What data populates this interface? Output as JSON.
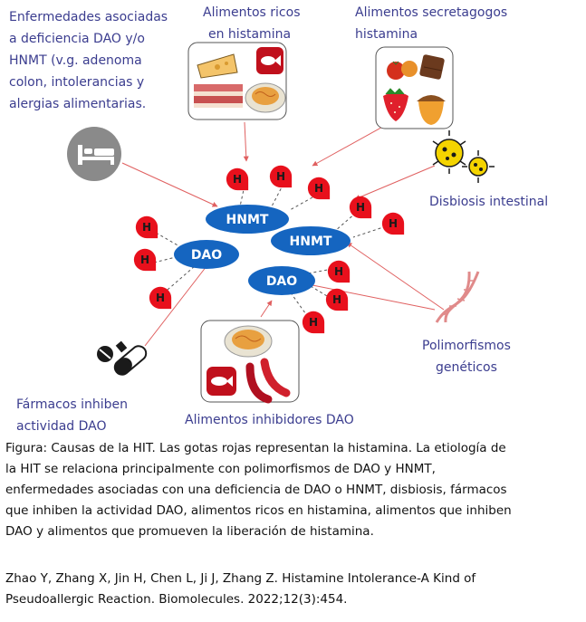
{
  "labels": {
    "enfermedades": [
      "Enfermedades asociadas",
      "a deficiencia DAO y/o",
      "HNMT (v.g. adenoma",
      "colon, intolerancias y",
      "alergias alimentarias."
    ],
    "ricos": [
      "Alimentos ricos",
      "en histamina"
    ],
    "secretagogos": [
      "Alimentos secretagogos",
      "histamina"
    ],
    "disbiosis": "Disbiosis intestinal",
    "polimorfismos": [
      "Polimorfismos",
      "genéticos"
    ],
    "farmacos": [
      "Fármacos inhiben",
      "actividad DAO"
    ],
    "inhibidores": "Alimentos inhibidores DAO"
  },
  "enzymes": {
    "hnmt_1": "HNMT",
    "hnmt_2": "HNMT",
    "dao_1": "DAO",
    "dao_2": "DAO"
  },
  "histamine_letter": "H",
  "caption": [
    "Figura: Causas de la HIT. Las gotas rojas representan la histamina. La etiología de",
    "la HIT se relaciona principalmente con polimorfismos de DAO y HNMT,",
    "enfermedades asociadas con una deficiencia de DAO o HNMT, disbiosis, fármacos",
    "que inhiben la actividad DAO, alimentos ricos en histamina, alimentos que inhiben",
    "DAO y alimentos que promueven la liberación de histamina."
  ],
  "citation": [
    "Zhao Y, Zhang X, Jin H, Chen L, Ji J, Zhang Z. Histamine Intolerance-A Kind of",
    "Pseudoallergic Reaction. Biomolecules. 2022;12(3):454."
  ],
  "colors": {
    "label_text": "#3b3d8f",
    "enzyme_fill": "#1565c0",
    "histamine_drop": "#e8101c",
    "arrow": "#e06060",
    "panel_border": "#555555"
  },
  "icons": [
    "bed-icon",
    "pills-icon",
    "dna-icon",
    "bacteria-icon",
    "cheese-icon",
    "fish-icon",
    "bacon-icon",
    "pasta-icon",
    "tomato-icon",
    "chocolate-icon",
    "strawberry-icon",
    "nut-icon",
    "sausage-icon"
  ]
}
